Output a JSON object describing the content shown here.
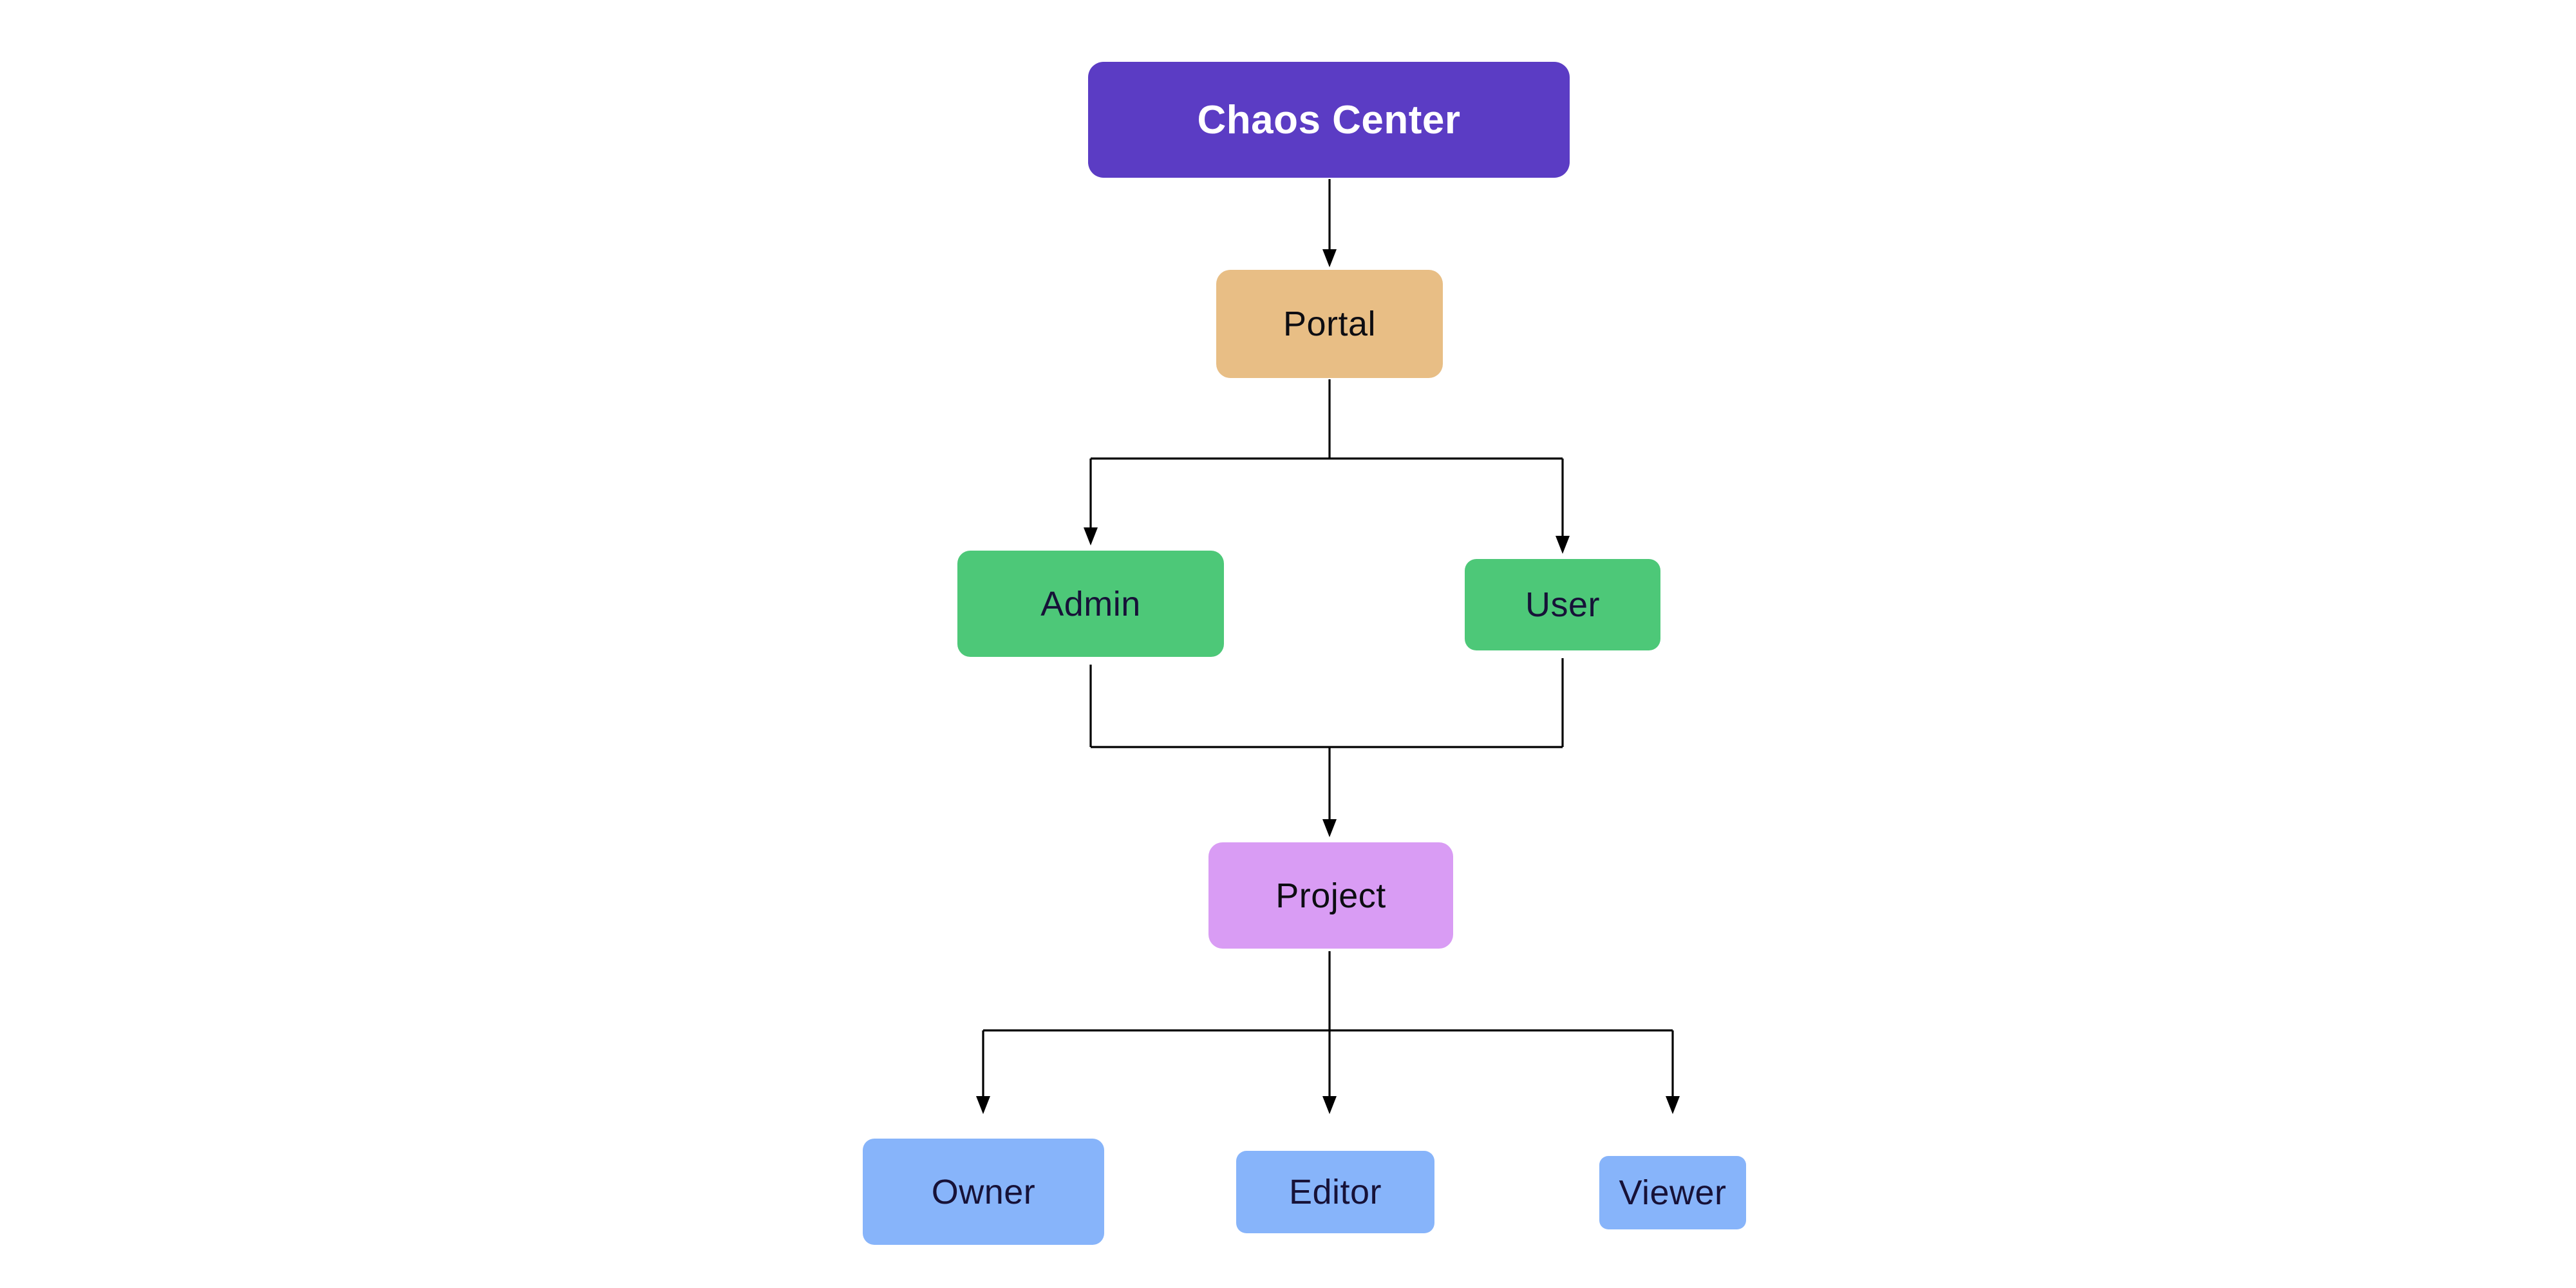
{
  "diagram": {
    "canvas_bg": "#ffffff",
    "connector_color": "#000000",
    "nodes": {
      "chaos_center": {
        "label": "Chaos Center",
        "fill": "#5b3cc4",
        "text": "#ffffff"
      },
      "portal": {
        "label": "Portal",
        "fill": "#e8be85",
        "text": "#0d0d12"
      },
      "admin": {
        "label": "Admin",
        "fill": "#4dc878",
        "text": "#171238"
      },
      "user": {
        "label": "User",
        "fill": "#4dc878",
        "text": "#171238"
      },
      "project": {
        "label": "Project",
        "fill": "#d99cf4",
        "text": "#0d0d12"
      },
      "owner": {
        "label": "Owner",
        "fill": "#87b4fa",
        "text": "#171238"
      },
      "editor": {
        "label": "Editor",
        "fill": "#87b4fa",
        "text": "#171238"
      },
      "viewer": {
        "label": "Viewer",
        "fill": "#87b4fa",
        "text": "#171238"
      }
    },
    "edges": [
      {
        "from": "Chaos Center",
        "to": "Portal"
      },
      {
        "from": "Portal",
        "to": "Admin"
      },
      {
        "from": "Portal",
        "to": "User"
      },
      {
        "from": "Admin",
        "to": "Project"
      },
      {
        "from": "User",
        "to": "Project"
      },
      {
        "from": "Project",
        "to": "Owner"
      },
      {
        "from": "Project",
        "to": "Editor"
      },
      {
        "from": "Project",
        "to": "Viewer"
      }
    ]
  }
}
